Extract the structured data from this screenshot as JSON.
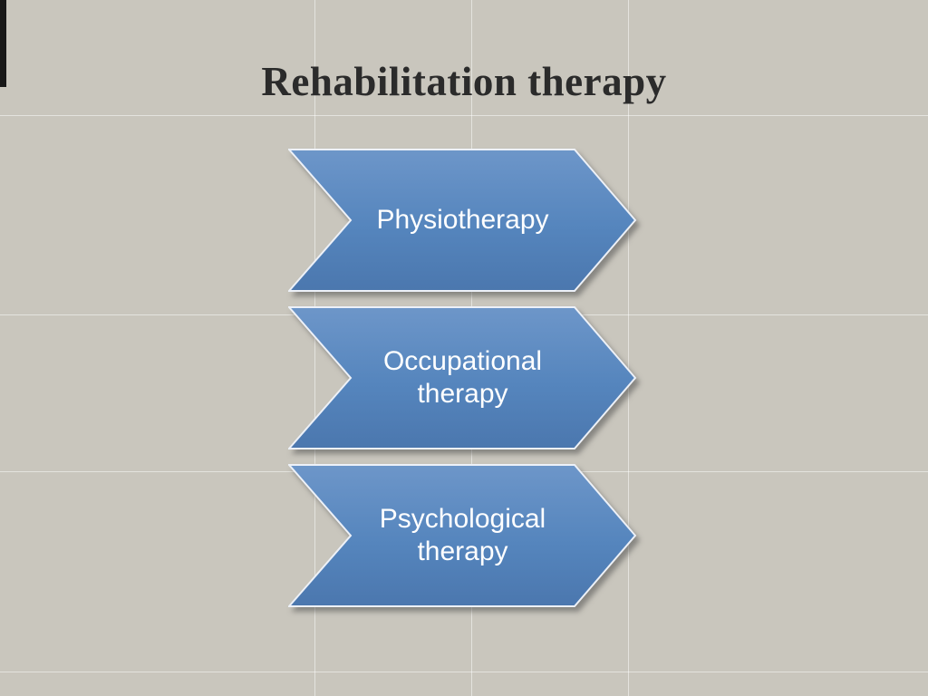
{
  "slide": {
    "title": "Rehabilitation therapy",
    "arrows": [
      {
        "label": "Physiotherapy"
      },
      {
        "label": "Occupational therapy"
      },
      {
        "label": "Psychological therapy"
      }
    ],
    "colors": {
      "background": "#c9c6bd",
      "grid_line": "#dfdcd4",
      "title_text": "#2b2b2b",
      "arrow_fill": "#4f81bd",
      "arrow_fill_top": "#6d96c9",
      "arrow_outline": "#edf1f8",
      "arrow_text": "#ffffff",
      "edge_strip": "#181818"
    }
  }
}
